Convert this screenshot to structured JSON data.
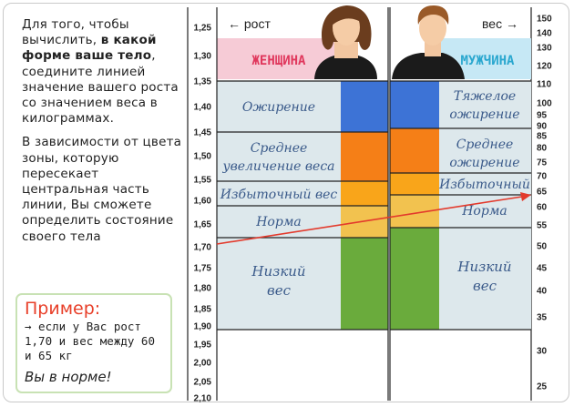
{
  "intro": {
    "p1_pre": "Для того, чтобы вычислить, ",
    "p1_bold": "в какой форме ваше тело",
    "p1_post": ", соедините линией значение вашего роста со значением веса в килограммах.",
    "p2": "В зависимости от цвета зоны, которую пересекает центральная часть линии, Вы сможете определить состояние своего тела"
  },
  "example": {
    "title": "Пример:",
    "body": "→ если у Вас рост 1,70 и вес между 60 и 65 кг",
    "conclusion": "Вы в норме!"
  },
  "headers": {
    "height": "← рост",
    "weight": "вес →"
  },
  "gender": {
    "female": "ЖЕНЩИНА",
    "male": "МУЖЧИНА"
  },
  "height_ticks": [
    "1,25",
    "1,30",
    "1,35",
    "1,40",
    "1,45",
    "1,50",
    "1,55",
    "1,60",
    "1,65",
    "1,70",
    "1,75",
    "1,80",
    "1,85",
    "1,90",
    "1,95",
    "2,00",
    "2,05",
    "2,10"
  ],
  "weight_ticks": [
    "150",
    "140",
    "130",
    "120",
    "110",
    "100",
    "95",
    "90",
    "85",
    "80",
    "75",
    "70",
    "65",
    "60",
    "55",
    "50",
    "45",
    "40",
    "35",
    "30",
    "25"
  ],
  "zones": {
    "obesity": "Ожирение",
    "severe_obesity_1": "Тяжелое",
    "severe_obesity_2": "ожирение",
    "avg_gain_1": "Среднее",
    "avg_gain_2": "увеличение веса",
    "avg_gain_r1": "Среднее",
    "avg_gain_r2": "ожирение",
    "overweight": "Избыточный вес",
    "overweight_r": "Избыточный",
    "norm": "Норма",
    "norm_r": "Норма",
    "underweight_1": "Низкий",
    "underweight_2": "вес",
    "underweight_r1": "Низкий",
    "underweight_r2": "вес"
  },
  "colors": {
    "blue": "#3d73d6",
    "orange": "#f57f17",
    "amber": "#f9a51a",
    "yellow": "#f2c24f",
    "green": "#6aab3c",
    "zone_bg": "#dde8ec",
    "pink": "#f6cbd6",
    "light_blue": "#c6e8f5",
    "line": "#e33a2c"
  }
}
